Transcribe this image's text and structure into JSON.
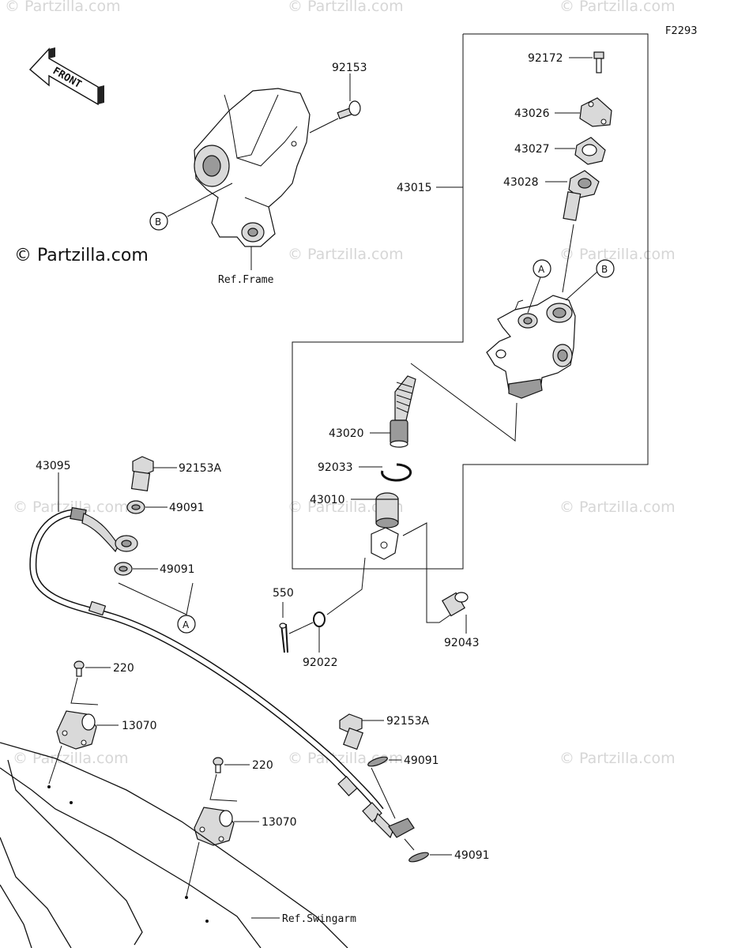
{
  "diagram": {
    "figure_code": "F2293",
    "brand_logo": "© Partzilla.com",
    "watermark_text": "© Partzilla.com",
    "front_arrow_text": "FRONT",
    "refs": {
      "frame": "Ref.Frame",
      "swingarm": "Ref.Swingarm"
    },
    "callout_letters": {
      "a": "A",
      "b": "B"
    },
    "parts": {
      "p92153": "92153",
      "p92172": "92172",
      "p43026": "43026",
      "p43027": "43027",
      "p43028": "43028",
      "p43015": "43015",
      "p43020": "43020",
      "p92033": "92033",
      "p43010": "43010",
      "p550": "550",
      "p92022": "92022",
      "p92043": "92043",
      "p43095": "43095",
      "p92153A_top": "92153A",
      "p49091_1": "49091",
      "p49091_2": "49091",
      "p220_1": "220",
      "p13070_1": "13070",
      "p220_2": "220",
      "p13070_2": "13070",
      "p92153A_bottom": "92153A",
      "p49091_3": "49091",
      "p49091_4": "49091"
    }
  }
}
